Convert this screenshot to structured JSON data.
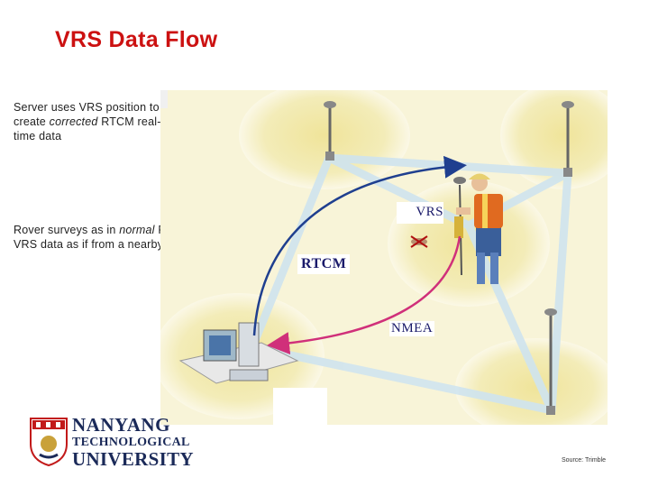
{
  "title": "VRS Data Flow",
  "notes": {
    "server": {
      "pre": "Server uses VRS position to create ",
      "em": "corrected",
      "post": " RTCM real-time data"
    },
    "rover": {
      "pre": "Rover surveys as in ",
      "em": "normal",
      "post": " RTK – but getting VRS data as if from a nearby reference station"
    }
  },
  "labels": {
    "vrs": "VRS",
    "rtcm": "RTCM",
    "nmea": "NMEA"
  },
  "logo": {
    "line1": "NANYANG",
    "line2": "TECHNOLOGICAL",
    "line3": "UNIVERSITY"
  },
  "source": "Source: Trimble",
  "colors": {
    "title": "#cc1111",
    "arrow_blue": "#1f3f8f",
    "arrow_magenta": "#d0307a",
    "ground": "#f2e9a8"
  }
}
